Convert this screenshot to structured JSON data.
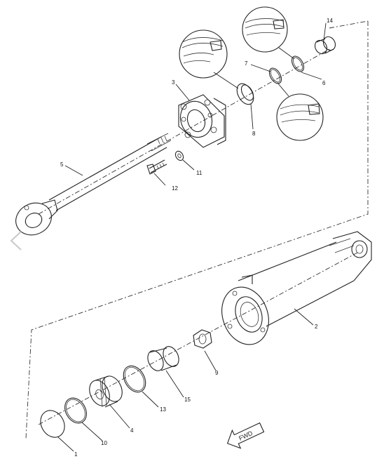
{
  "callouts": {
    "p1": "1",
    "p2": "2",
    "p3": "3",
    "p4": "4",
    "p5": "5",
    "p6": "6",
    "p7": "7",
    "p8": "8",
    "p9": "9",
    "p10": "10",
    "p11": "11",
    "p12": "12",
    "p13": "13",
    "p14": "14",
    "p15": "15"
  },
  "direction_arrow": "FWD",
  "colors": {
    "ink": "#222222",
    "background": "#ffffff",
    "nav_chevron": "#c9c9c9"
  }
}
